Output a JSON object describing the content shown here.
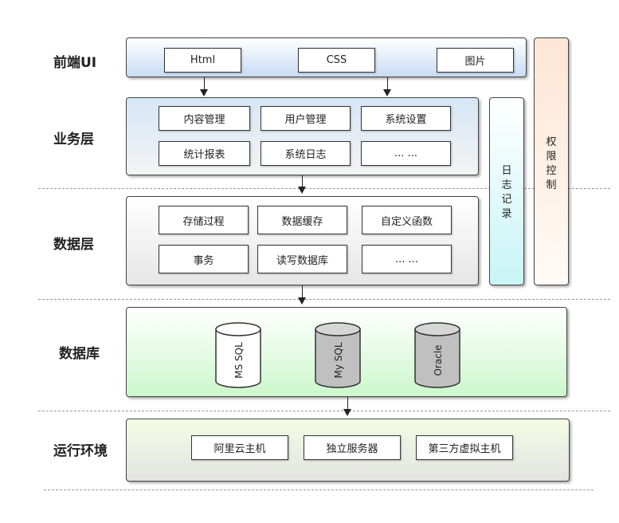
{
  "layers": {
    "frontend": {
      "label": "前端UI",
      "items": [
        "Html",
        "CSS",
        "图片"
      ]
    },
    "business": {
      "label": "业务层",
      "items": [
        "内容管理",
        "用户管理",
        "系统设置",
        "统计报表",
        "系统日志",
        "... ..."
      ]
    },
    "data": {
      "label": "数据层",
      "items": [
        "存储过程",
        "数据缓存",
        "自定义函数",
        "事务",
        "读写数据库",
        "... ..."
      ]
    },
    "database": {
      "label": "数据库",
      "items": [
        "MS SQL",
        "My SQL",
        "Oracle"
      ]
    },
    "runtime": {
      "label": "运行环境",
      "items": [
        "阿里云主机",
        "独立服务器",
        "第三方虚拟主机"
      ]
    }
  },
  "side": {
    "log": "日志记录",
    "permission": "权限控制"
  },
  "colors": {
    "frontend_top": "#ffffff",
    "frontend_bottom": "#c8dcf4",
    "business_top": "#d6e6f6",
    "business_bottom": "#f4f4f4",
    "data_top": "#ffffff",
    "data_bottom": "#e6e6e6",
    "database_top": "#ffffff",
    "database_bottom": "#ccf7cc",
    "runtime_top": "#f4fbe4",
    "runtime_bottom": "#e4e4e4",
    "log_top": "#ffffff",
    "log_bottom": "#c8f4f6",
    "permission_top": "#fde6d4",
    "permission_bottom": "#fffaf6",
    "cylinder_white": "#ffffff",
    "cylinder_grey": "#c0c0c0"
  }
}
